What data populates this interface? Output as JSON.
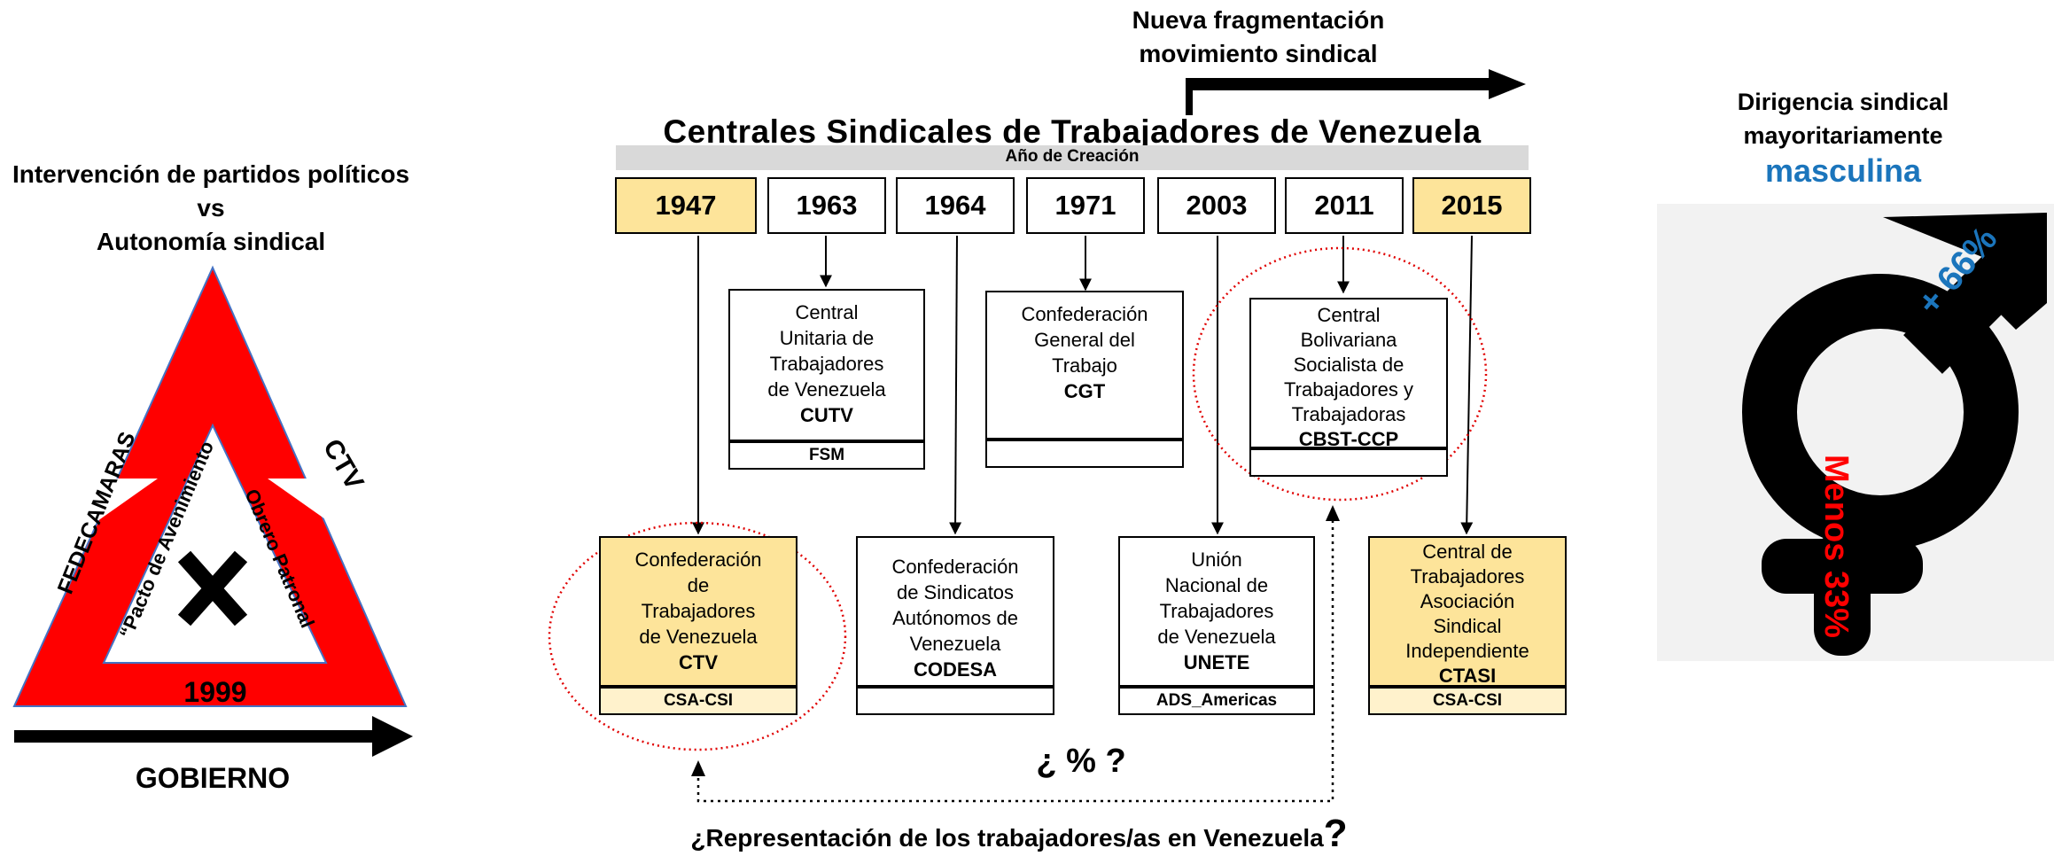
{
  "left": {
    "title_line1": "Intervención de partidos políticos",
    "title_line2": "vs",
    "title_line3": "Autonomía sindical",
    "label_fedecamaras": "FEDECAMARAS",
    "label_ctv": "CTV",
    "label_pacto": "“Pacto de Avenimiento",
    "label_obrero": "Obrero Patronal",
    "year": "1999",
    "gobierno": "GOBIERNO",
    "colors": {
      "triangle": "#ff0000",
      "x_mark": "#000000"
    }
  },
  "center": {
    "title": "Centrales Sindicales de Trabajadores de Venezuela",
    "strip_label": "Año de Creación",
    "fragmentation_line1": "Nueva fragmentación",
    "fragmentation_line2": "movimiento sindical",
    "years": [
      {
        "label": "1947",
        "highlight": true
      },
      {
        "label": "1963",
        "highlight": false
      },
      {
        "label": "1964",
        "highlight": false
      },
      {
        "label": "1971",
        "highlight": false
      },
      {
        "label": "2003",
        "highlight": false
      },
      {
        "label": "2011",
        "highlight": false
      },
      {
        "label": "2015",
        "highlight": true
      }
    ],
    "orgs": {
      "cutv": {
        "line1": "Central",
        "line2": "Unitaria de",
        "line3": "Trabajadores",
        "line4": "de Venezuela",
        "acronym": "CUTV",
        "affiliation": "FSM"
      },
      "cgt": {
        "line1": "Confederación",
        "line2": "General del",
        "line3": "Trabajo",
        "acronym": "CGT",
        "affiliation": ""
      },
      "cbst": {
        "line1": "Central",
        "line2": "Bolivariana",
        "line3": "Socialista de",
        "line4": "Trabajadores y",
        "line5": "Trabajadoras",
        "acronym": "CBST-CCP",
        "affiliation": ""
      },
      "ctv": {
        "line1": "Confederación",
        "line2": "de",
        "line3": "Trabajadores",
        "line4": "de Venezuela",
        "acronym": "CTV",
        "affiliation": "CSA-CSI"
      },
      "codesa": {
        "line1": "Confederación",
        "line2": "de Sindicatos",
        "line3": "Autónomos de",
        "line4": "Venezuela",
        "acronym": "CODESA",
        "affiliation": ""
      },
      "unete": {
        "line1": "Unión",
        "line2": "Nacional de",
        "line3": "Trabajadores",
        "line4": "de Venezuela",
        "acronym": "UNETE",
        "affiliation": "ADS_Americas"
      },
      "ctasi": {
        "line1": "Central de",
        "line2": "Trabajadores",
        "line3": "Asociación",
        "line4": "Sindical",
        "line5": "Independiente",
        "acronym": "CTASI",
        "affiliation": "CSA-CSI"
      }
    },
    "percent_question": "¿ % ?",
    "bottom_question": "¿Representación de los trabajadores/as en Venezuela",
    "bottom_question_mark": "?",
    "colors": {
      "highlight": "#fde49a",
      "affiliation_highlight": "#fff2cc",
      "circle": "#e00000",
      "strip": "#d9d9d9"
    }
  },
  "right": {
    "title_line1": "Dirigencia sindical",
    "title_line2": "mayoritariamente",
    "subtitle": "masculina",
    "male_pct": "+ 66%",
    "female_pct": "Menos 33%",
    "colors": {
      "male": "#1b75bc",
      "female": "#ff0000",
      "symbol": "#000000"
    }
  }
}
